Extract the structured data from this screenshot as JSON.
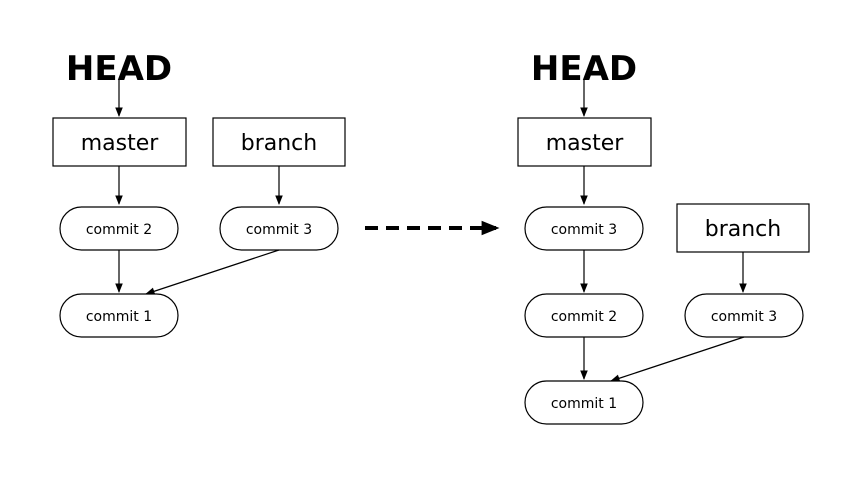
{
  "before": {
    "head": "HEAD",
    "master": "master",
    "branch": "branch",
    "commit_2": "commit 2",
    "commit_3": "commit 3",
    "commit_1": "commit 1"
  },
  "after": {
    "head": "HEAD",
    "master": "master",
    "branch": "branch",
    "commit_3": "commit 3",
    "commit_2": "commit 2",
    "commit_3b": "commit 3",
    "commit_1": "commit 1"
  },
  "colors": {
    "stroke": "#000000",
    "background": "#ffffff"
  }
}
